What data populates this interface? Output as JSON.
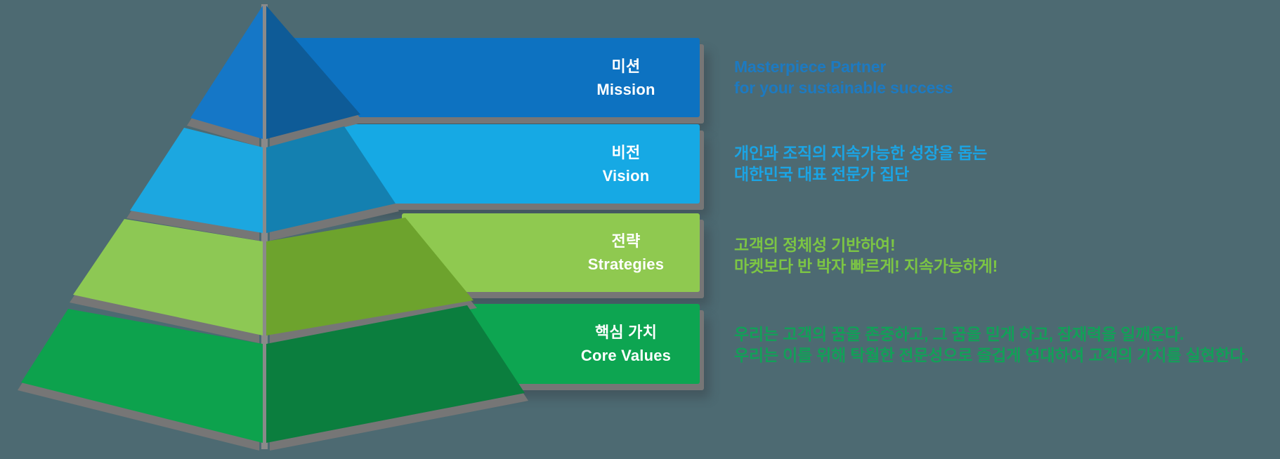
{
  "background_color": "#4d6a72",
  "shadow_color": "#767676",
  "center_edge_color": "#8a8a8a",
  "tiers": [
    {
      "label_ko": "미션",
      "label_en": "Mission",
      "bar_color": "#0d72c1",
      "left_face_color": "#1577c7",
      "right_face_color": "#0e5b97",
      "desc_color": "#1d7ac1",
      "desc_line1": "Masterpiece Partner",
      "desc_line2": "for your sustainable success"
    },
    {
      "label_ko": "비전",
      "label_en": "Vision",
      "bar_color": "#16a9e4",
      "left_face_color": "#1ca7e0",
      "right_face_color": "#1480b0",
      "desc_color": "#1ba4e4",
      "desc_line1": "개인과 조직의 지속가능한 성장을 돕는",
      "desc_line2": "대한민국 대표 전문가 집단"
    },
    {
      "label_ko": "전략",
      "label_en": "Strategies",
      "bar_color": "#8fc950",
      "left_face_color": "#8dc854",
      "right_face_color": "#6da32d",
      "desc_color": "#7cc544",
      "desc_line1": "고객의 정체성 기반하여!",
      "desc_line2": "마켓보다 반 박자 빠르게! 지속가능하게!"
    },
    {
      "label_ko": "핵심 가치",
      "label_en": "Core Values",
      "bar_color": "#0da551",
      "left_face_color": "#0da24d",
      "right_face_color": "#0b7e3e",
      "desc_color": "#12a058",
      "desc_line1": "우리는 고객의 꿈을 존중하고, 그 꿈을 믿게 하고, 잠재력을 일깨운다.",
      "desc_line2": "우리는 이를 위해 탁월한 전문성으로 즐겁게 연대하여 고객의 가치를 실현한다."
    }
  ]
}
